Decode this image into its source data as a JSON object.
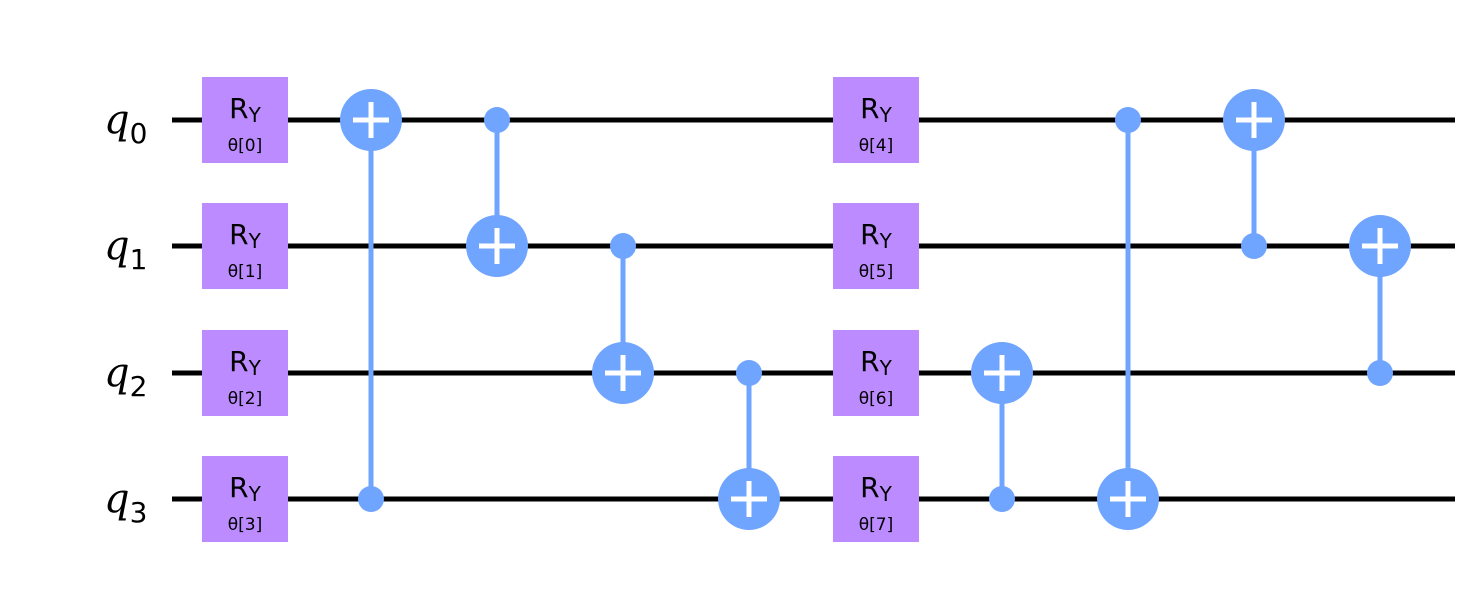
{
  "diagram": {
    "qubits": [
      {
        "name": "q",
        "index": "0"
      },
      {
        "name": "q",
        "index": "1"
      },
      {
        "name": "q",
        "index": "2"
      },
      {
        "name": "q",
        "index": "3"
      }
    ],
    "gate_color": "#bb8bff",
    "cx_color": "#6fa4ff",
    "wire_color": "#000000",
    "gates": [
      {
        "type": "ry",
        "name": "R",
        "sub": "Y",
        "param": "θ[0]",
        "qubit": 0,
        "column": 0
      },
      {
        "type": "ry",
        "name": "R",
        "sub": "Y",
        "param": "θ[1]",
        "qubit": 1,
        "column": 0
      },
      {
        "type": "ry",
        "name": "R",
        "sub": "Y",
        "param": "θ[2]",
        "qubit": 2,
        "column": 0
      },
      {
        "type": "ry",
        "name": "R",
        "sub": "Y",
        "param": "θ[3]",
        "qubit": 3,
        "column": 0
      },
      {
        "type": "cx",
        "control": 3,
        "target": 0,
        "column": 1
      },
      {
        "type": "cx",
        "control": 0,
        "target": 1,
        "column": 2
      },
      {
        "type": "cx",
        "control": 1,
        "target": 2,
        "column": 3
      },
      {
        "type": "cx",
        "control": 2,
        "target": 3,
        "column": 4
      },
      {
        "type": "ry",
        "name": "R",
        "sub": "Y",
        "param": "θ[4]",
        "qubit": 0,
        "column": 5
      },
      {
        "type": "ry",
        "name": "R",
        "sub": "Y",
        "param": "θ[5]",
        "qubit": 1,
        "column": 5
      },
      {
        "type": "ry",
        "name": "R",
        "sub": "Y",
        "param": "θ[6]",
        "qubit": 2,
        "column": 5
      },
      {
        "type": "ry",
        "name": "R",
        "sub": "Y",
        "param": "θ[7]",
        "qubit": 3,
        "column": 5
      },
      {
        "type": "cx",
        "control": 3,
        "target": 2,
        "column": 6
      },
      {
        "type": "cx",
        "control": 0,
        "target": 3,
        "column": 7
      },
      {
        "type": "cx",
        "control": 1,
        "target": 0,
        "column": 8
      },
      {
        "type": "cx",
        "control": 2,
        "target": 1,
        "column": 9
      }
    ]
  }
}
